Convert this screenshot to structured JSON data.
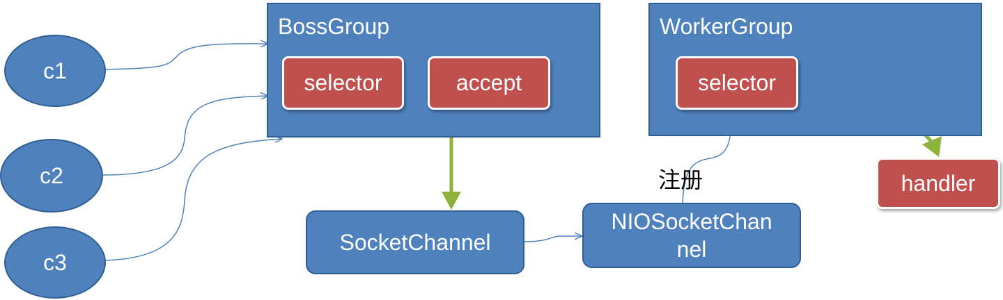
{
  "clients": [
    {
      "id": "c1",
      "label": "c1"
    },
    {
      "id": "c2",
      "label": "c2"
    },
    {
      "id": "c3",
      "label": "c3"
    }
  ],
  "boss_group": {
    "title": "BossGroup",
    "items": [
      {
        "id": "boss-selector",
        "label": "selector"
      },
      {
        "id": "accept",
        "label": "accept"
      }
    ]
  },
  "worker_group": {
    "title": "WorkerGroup",
    "items": [
      {
        "id": "worker-selector",
        "label": "selector"
      }
    ]
  },
  "socket_channel": {
    "label": "SocketChannel"
  },
  "nio_socket_channel": {
    "label_line1": "NIOSocketChan",
    "label_line2": "nel"
  },
  "handler": {
    "label": "handler"
  },
  "edge_labels": {
    "register": "注册"
  },
  "edges": [
    {
      "from": "c1",
      "to": "BossGroup",
      "style": "thin-blue"
    },
    {
      "from": "c2",
      "to": "BossGroup",
      "style": "thin-blue"
    },
    {
      "from": "c3",
      "to": "BossGroup",
      "style": "thin-blue"
    },
    {
      "from": "accept",
      "to": "SocketChannel",
      "style": "thick-green"
    },
    {
      "from": "SocketChannel",
      "to": "NIOSocketChannel",
      "style": "thin-blue"
    },
    {
      "from": "NIOSocketChannel",
      "to": "WorkerGroup selector",
      "style": "thin-blue",
      "label": "注册"
    },
    {
      "from": "WorkerGroup selector",
      "to": "handler",
      "style": "thick-green"
    }
  ],
  "colors": {
    "box_fill": "#4f81bd",
    "box_border": "#2e5e93",
    "pill_fill": "#c0504d",
    "thin_edge": "#4f81bd",
    "thick_edge": "#8db33e"
  }
}
